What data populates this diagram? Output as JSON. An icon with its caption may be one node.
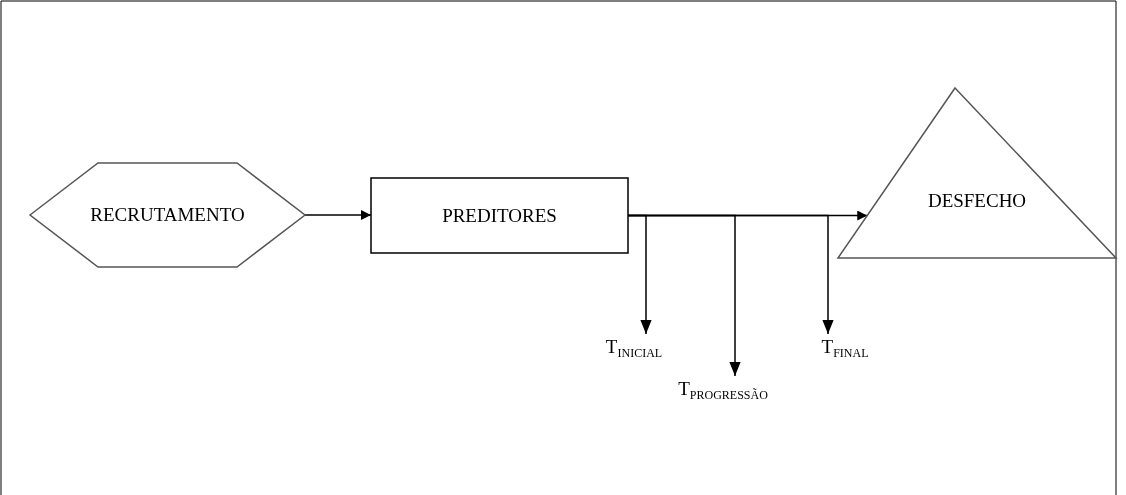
{
  "diagram": {
    "nodes": [
      {
        "text": [
          "RECRUTAMENTO"
        ]
      },
      {
        "text": [
          "PREDITORES"
        ]
      },
      {
        "text": [
          "DESFECHO"
        ]
      },
      {
        "text": [
          "T$_{INICIAL}$"
        ]
      },
      {
        "text": [
          "T$_{PROGRESSÃO}$"
        ]
      },
      {
        "text": [
          "T$_{FINAL}$"
        ]
      }
    ],
    "edges": [
      {
        "from": 0,
        "to": 1,
        "arrow": "to"
      },
      {
        "from": 1,
        "to": 2,
        "arrow": "to"
      },
      {
        "from": 1,
        "to": 3,
        "arrow": "to"
      },
      {
        "from": 1,
        "to": 4,
        "arrow": "to"
      },
      {
        "from": 1,
        "to": 5,
        "arrow": "to"
      }
    ]
  }
}
